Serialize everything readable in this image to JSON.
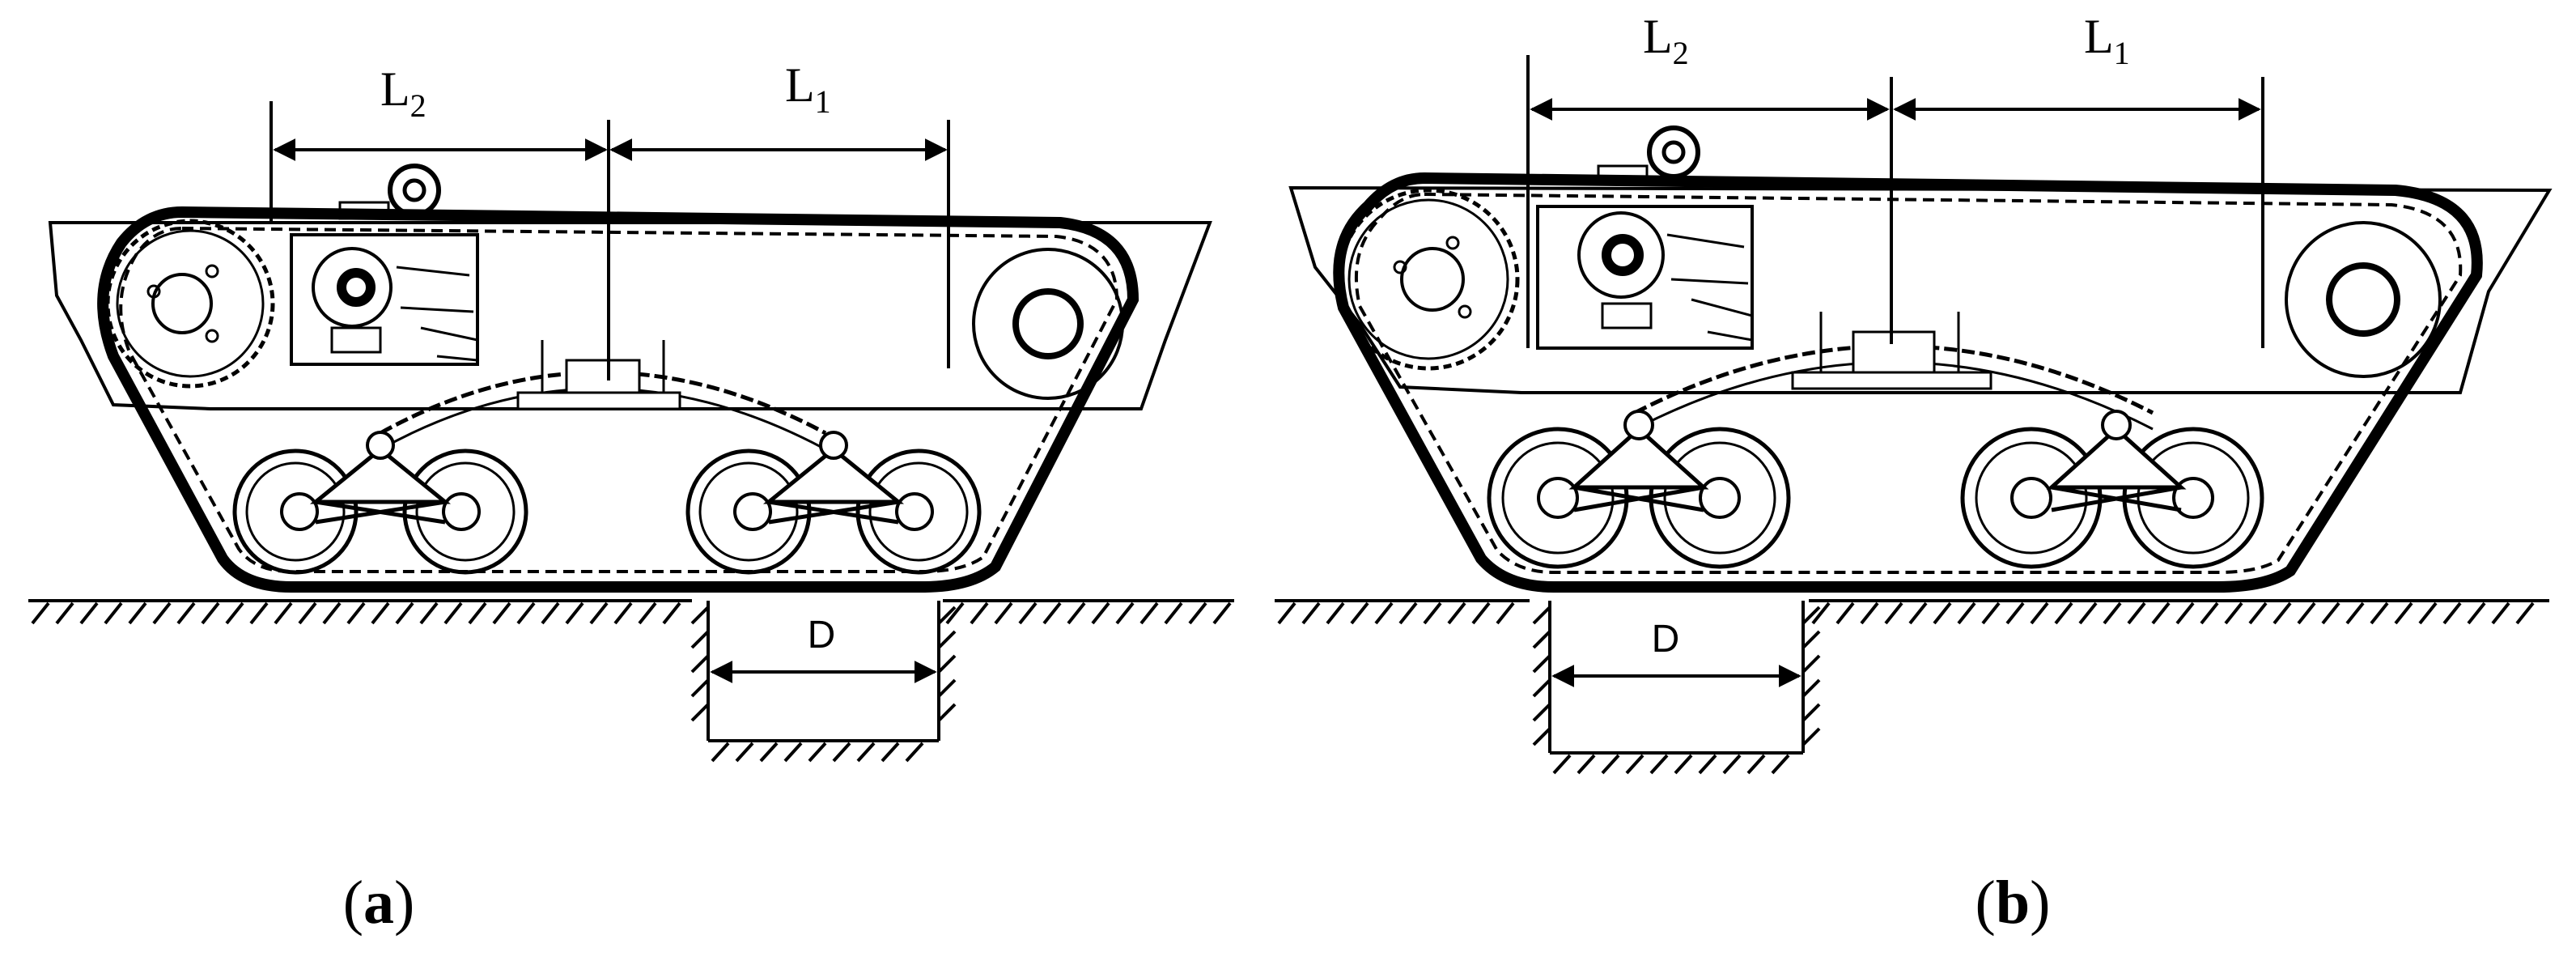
{
  "panels": [
    {
      "id": "a",
      "L1": {
        "base": "L",
        "sub": "1"
      },
      "L2": {
        "base": "L",
        "sub": "2"
      },
      "gap_label": "D",
      "caption": {
        "open": "(",
        "letter": "a",
        "close": ")"
      }
    },
    {
      "id": "b",
      "L1": {
        "base": "L",
        "sub": "1"
      },
      "L2": {
        "base": "L",
        "sub": "2"
      },
      "gap_label": "D",
      "caption": {
        "open": "(",
        "letter": "b",
        "close": ")"
      }
    }
  ],
  "colors": {
    "ink": "#000000",
    "background": "#ffffff"
  }
}
